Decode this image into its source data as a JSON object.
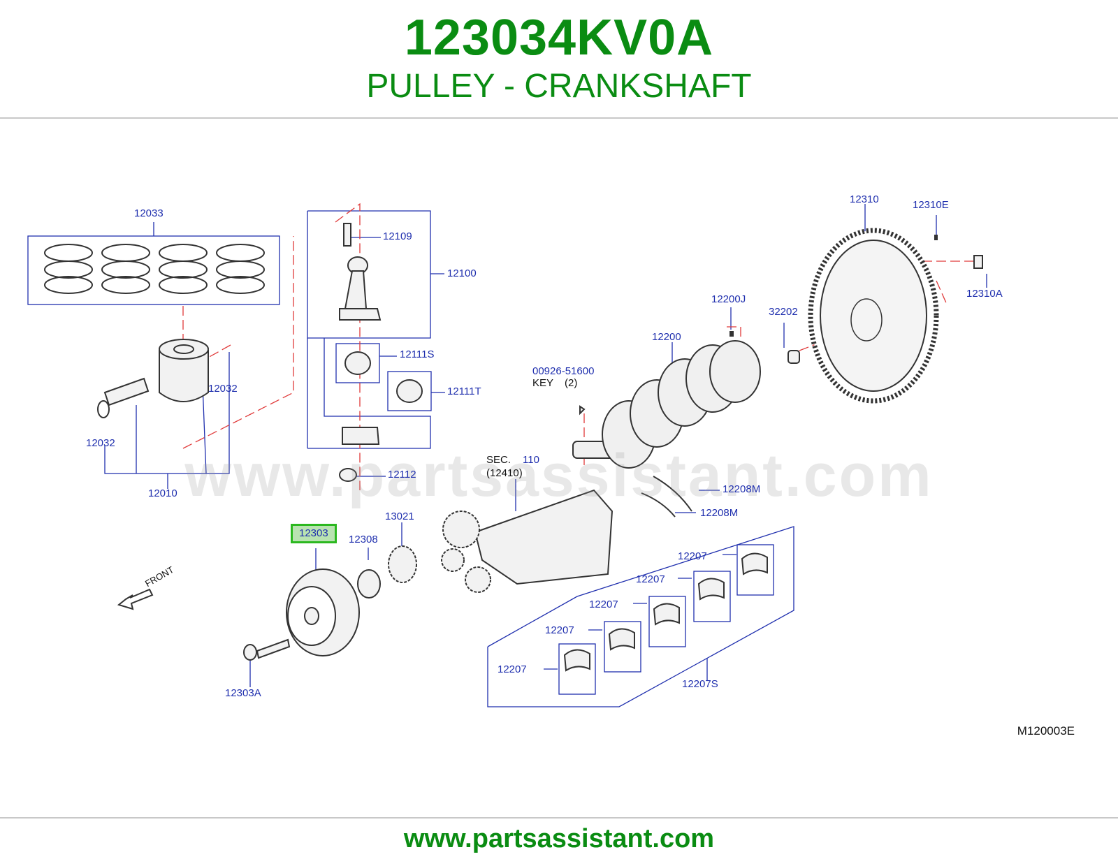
{
  "header": {
    "part_number": "123034KV0A",
    "part_name": "PULLEY - CRANKSHAFT"
  },
  "diagram": {
    "watermark": "www.partsassistant.com",
    "reference_code": "M120003E",
    "highlight_color": "#2bb81f",
    "label_color": "#1f2fae",
    "leader_color": "#1f2fae",
    "dash_color": "#e03a3a",
    "labels": {
      "l_12033": "12033",
      "l_12109": "12109",
      "l_12100": "12100",
      "l_12111S": "12111S",
      "l_12111T": "12111T",
      "l_12032a": "12032",
      "l_12032b": "12032",
      "l_12112": "12112",
      "l_12010": "12010",
      "l_12310": "12310",
      "l_12310E": "12310E",
      "l_12310A": "12310A",
      "l_12200J": "12200J",
      "l_32202": "32202",
      "l_12200": "12200",
      "l_00926": "00926-51600",
      "l_key": "KEY",
      "l_key_qty": "(2)",
      "l_sec": "SEC.",
      "l_sec_num": "110",
      "l_sec_ref": "(12410)",
      "l_12208M_a": "12208M",
      "l_12208M_b": "12208M",
      "l_12303": "12303",
      "l_12308": "12308",
      "l_13021": "13021",
      "l_front": "FRONT",
      "l_12207_a": "12207",
      "l_12207_b": "12207",
      "l_12207_c": "12207",
      "l_12207_d": "12207",
      "l_12207_e": "12207",
      "l_12207S": "12207S",
      "l_12303A": "12303A"
    }
  },
  "footer": {
    "url": "www.partsassistant.com"
  }
}
